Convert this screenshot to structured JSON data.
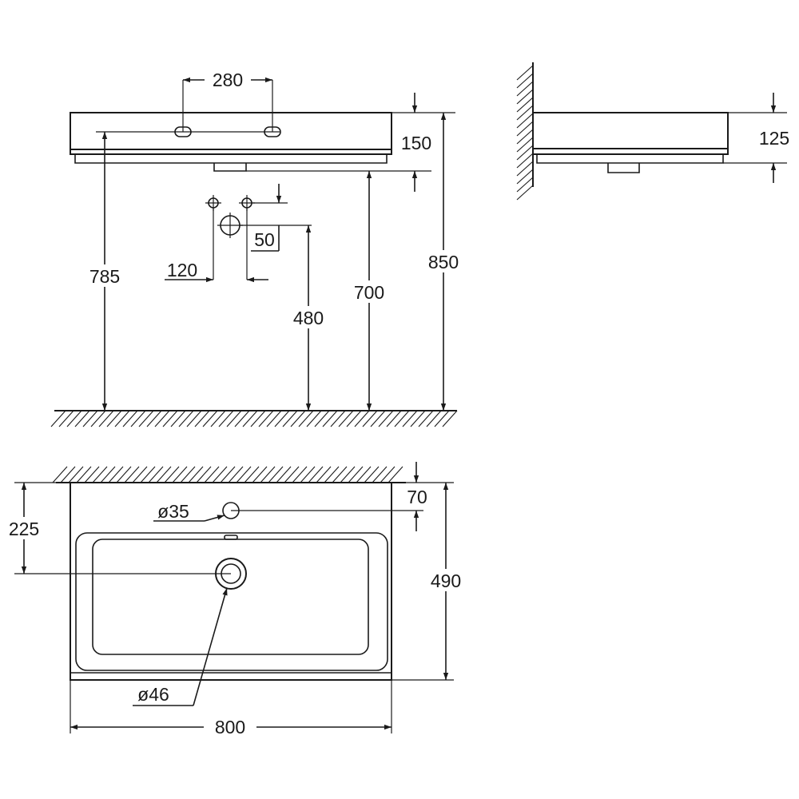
{
  "dimensions": {
    "tap_hole_spacing": "280",
    "basin_height": "150",
    "rim_height_785": "785",
    "overall_height": "850",
    "rim_height_700": "700",
    "drain_height": "480",
    "trap_offset": "120",
    "trap_drop": "50",
    "side_height": "125",
    "wall_to_taphole": "70",
    "taphole_from_wall": "225",
    "tap_hole_diameter": "ø35",
    "depth": "490",
    "waste_diameter": "ø46",
    "width": "800"
  },
  "colors": {
    "line": "#1a1a1a",
    "background": "#ffffff"
  }
}
